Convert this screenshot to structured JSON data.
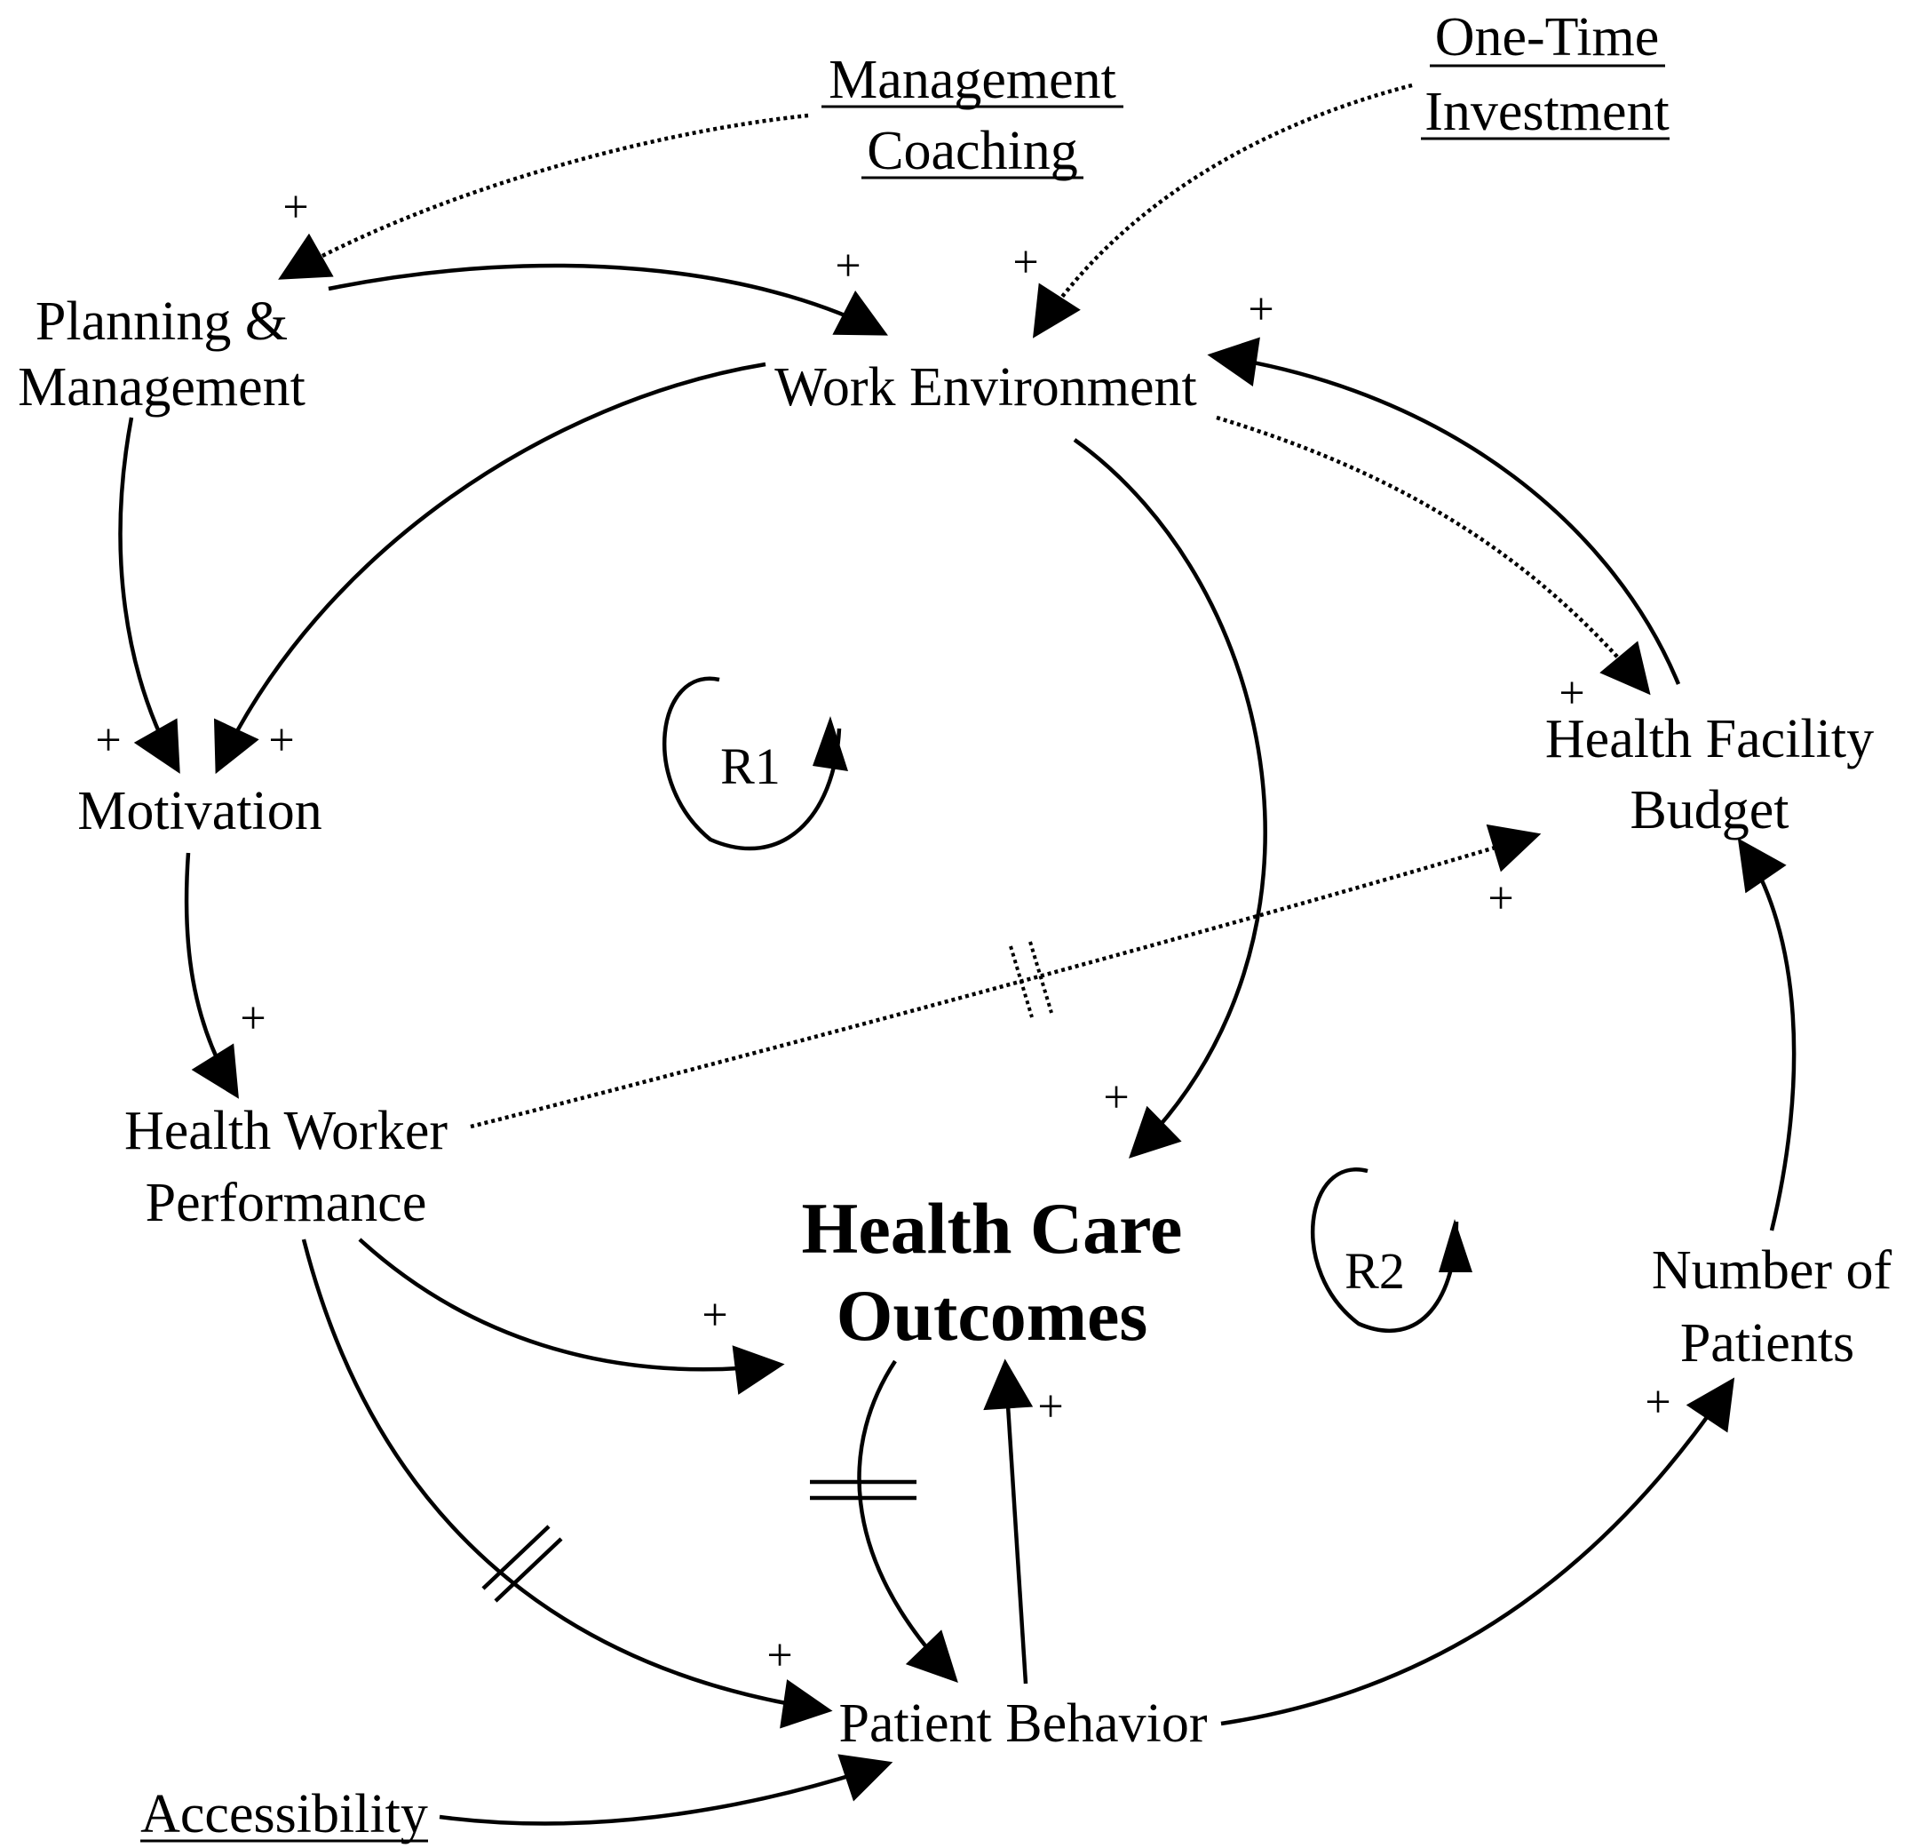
{
  "nodes": {
    "management_coaching": [
      "Management",
      "Coaching"
    ],
    "one_time_investment": [
      "One-Time",
      "Investment"
    ],
    "planning_management": [
      "Planning &",
      "Management"
    ],
    "work_environment": "Work Environment",
    "motivation": "Motivation",
    "health_facility_budget": [
      "Health Facility",
      "Budget"
    ],
    "health_worker_performance": [
      "Health Worker",
      "Performance"
    ],
    "health_care_outcomes": [
      "Health Care",
      "Outcomes"
    ],
    "number_of_patients": [
      "Number of",
      "Patients"
    ],
    "patient_behavior": "Patient Behavior",
    "accessibility": "Accessibility"
  },
  "loops": {
    "r1": "R1",
    "r2": "R2"
  },
  "polarity": "+"
}
